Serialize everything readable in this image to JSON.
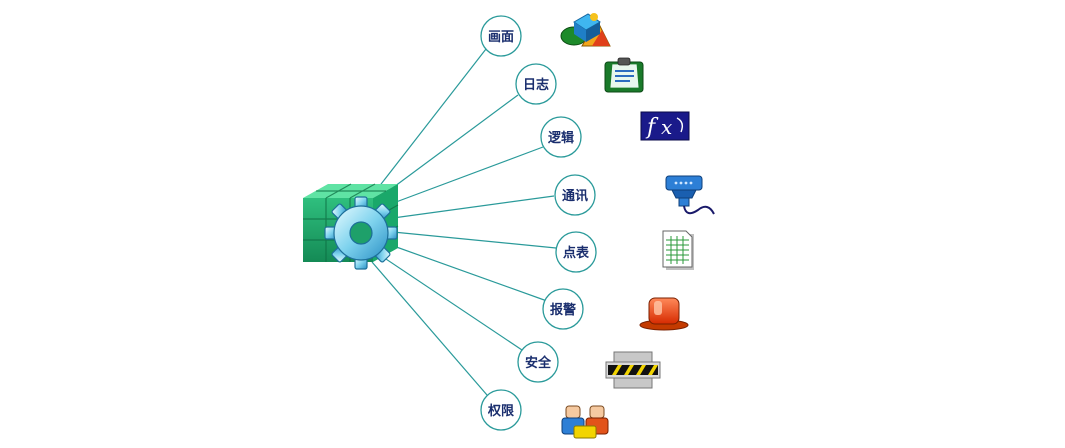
{
  "diagram": {
    "hub": {
      "icon": "gear-cube-icon"
    },
    "nodes": [
      {
        "id": "hmi",
        "label": "画面",
        "icon": "shapes-icon"
      },
      {
        "id": "log",
        "label": "日志",
        "icon": "clipboard-icon"
      },
      {
        "id": "logic",
        "label": "逻辑",
        "icon": "function-fx-icon"
      },
      {
        "id": "comm",
        "label": "通讯",
        "icon": "serial-connector-icon"
      },
      {
        "id": "tags",
        "label": "点表",
        "icon": "spreadsheet-icon"
      },
      {
        "id": "alarm",
        "label": "报警",
        "icon": "alarm-light-icon"
      },
      {
        "id": "security",
        "label": "安全",
        "icon": "safety-barrier-icon"
      },
      {
        "id": "access",
        "label": "权限",
        "icon": "users-icon"
      }
    ]
  }
}
